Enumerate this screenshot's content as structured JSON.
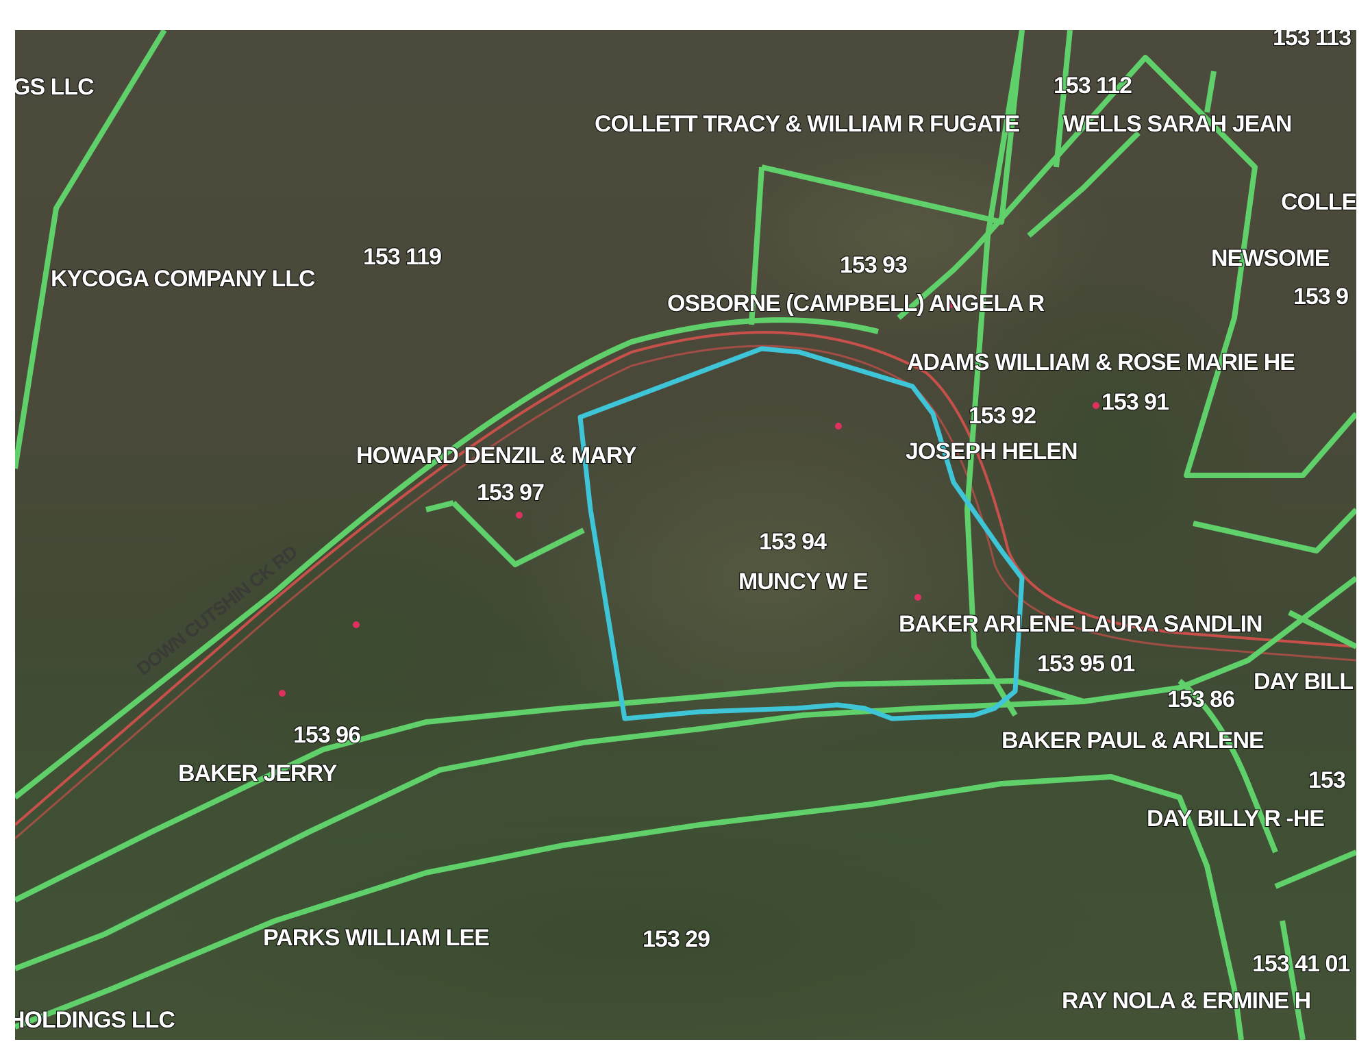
{
  "map": {
    "colors": {
      "parcel_line": "#5fd06a",
      "subject_parcel": "#3ec6d8",
      "road_line": "#c8504a",
      "label_text": "#ffffff",
      "imagery_dark": "#4a4939",
      "imagery_green": "#3f5034"
    },
    "parcel_ids": {
      "p113": "153 113",
      "p112": "153 112",
      "p119": "153 119",
      "p93": "153 93",
      "p9x": "153 9",
      "p92": "153 92",
      "p91": "153 91",
      "p97": "153 97",
      "p94": "153 94",
      "p9501": "153 95 01",
      "p86": "153 86",
      "p15x": "153",
      "p96": "153 96",
      "p29": "153 29",
      "p4101": "153 41 01"
    },
    "owners": {
      "gs_llc": "GS LLC",
      "collett_fugate": "COLLETT TRACY & WILLIAM R FUGATE",
      "wells": "WELLS SARAH JEAN",
      "colle": "COLLE",
      "newsome": "NEWSOME",
      "kycoga": "KYCOGA COMPANY LLC",
      "osborne": "OSBORNE (CAMPBELL) ANGELA R",
      "adams": "ADAMS WILLIAM & ROSE MARIE HE",
      "howard": "HOWARD DENZIL & MARY",
      "joseph": "JOSEPH HELEN",
      "muncy": "MUNCY W E",
      "baker_arlene": "BAKER ARLENE LAURA SANDLIN",
      "day_bill": "DAY BILL",
      "baker_paul": "BAKER PAUL & ARLENE",
      "baker_jerry": "BAKER JERRY",
      "day_billy": "DAY BILLY R -HE",
      "parks": "PARKS WILLIAM LEE",
      "ray": "RAY NOLA & ERMINE H",
      "holdings": "HOLDINGS LLC"
    },
    "road_name": "DOWN CUTSHIN CK RD",
    "subject_parcel_id": "153 94"
  }
}
